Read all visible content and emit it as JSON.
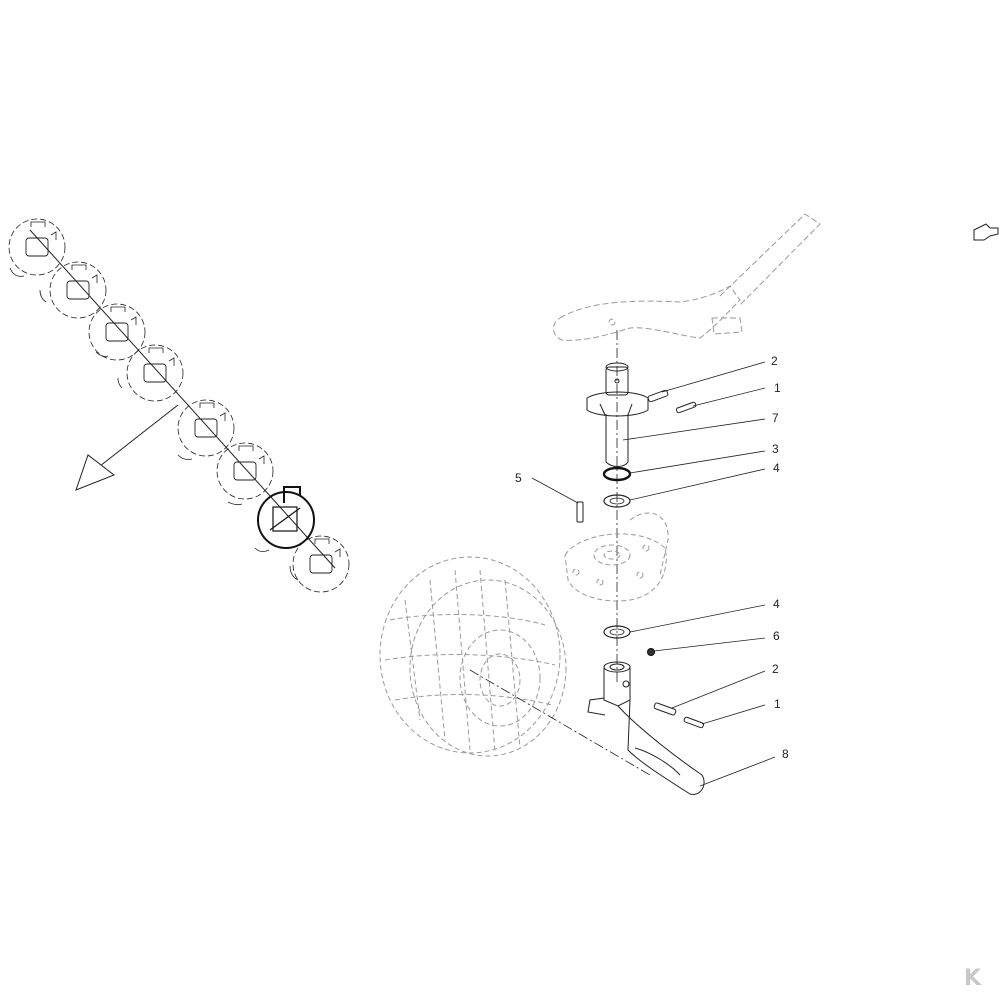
{
  "callouts": [
    {
      "id": "c2a",
      "label": "2"
    },
    {
      "id": "c1a",
      "label": "1"
    },
    {
      "id": "c7",
      "label": "7"
    },
    {
      "id": "c3",
      "label": "3"
    },
    {
      "id": "c4a",
      "label": "4"
    },
    {
      "id": "c5",
      "label": "5"
    },
    {
      "id": "c4b",
      "label": "4"
    },
    {
      "id": "c6",
      "label": "6"
    },
    {
      "id": "c2b",
      "label": "2"
    },
    {
      "id": "c1b",
      "label": "1"
    },
    {
      "id": "c8",
      "label": "8"
    }
  ],
  "watermark": {
    "text": "K"
  },
  "colors": {
    "line": "#222222",
    "ghost": "#9a9a9a",
    "watermark": "#c8c8c8"
  },
  "icons": [
    "mower-layout-diagram",
    "wheel-outline",
    "pointer-hand-icon",
    "brand-logo"
  ]
}
